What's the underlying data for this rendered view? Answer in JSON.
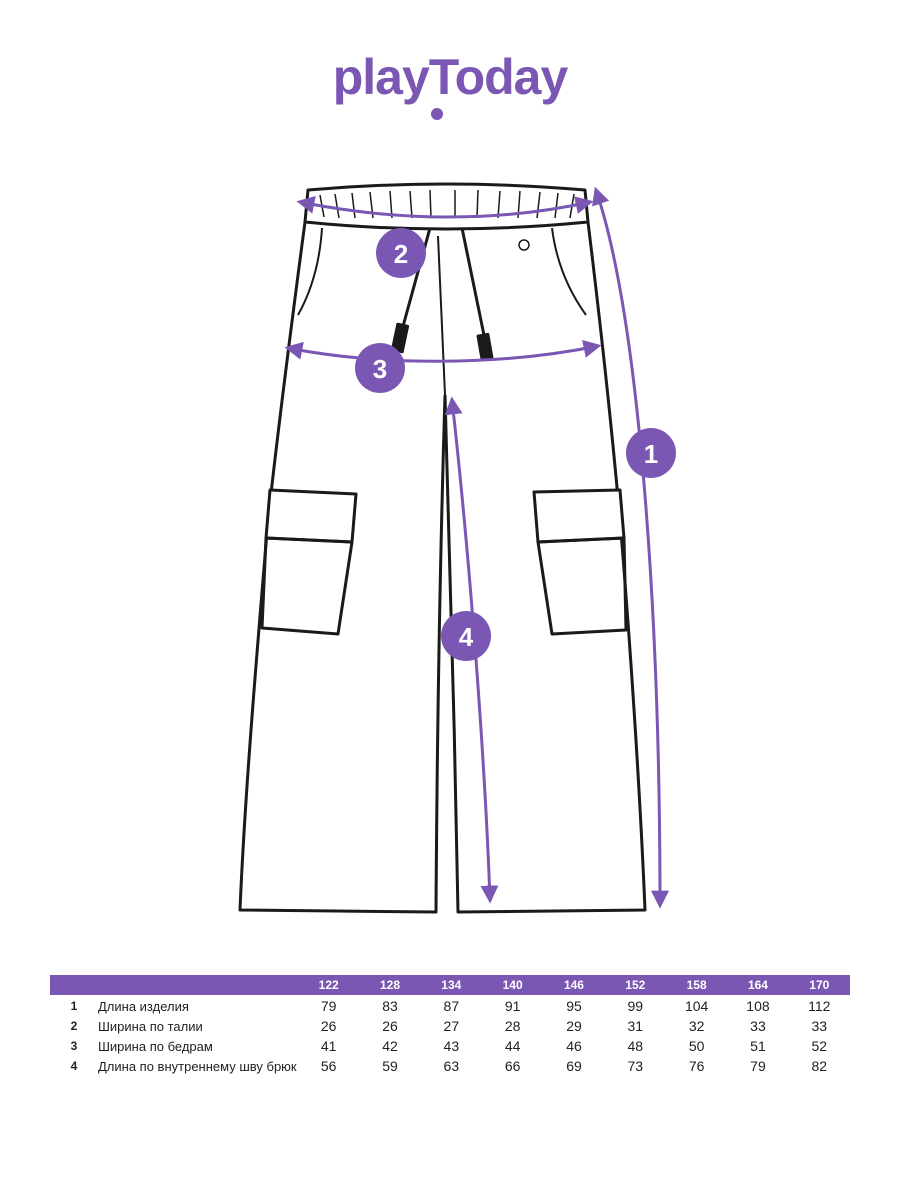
{
  "brand": {
    "name": "playToday",
    "color": "#7b57b4"
  },
  "diagram": {
    "markers": [
      "1",
      "2",
      "3",
      "4"
    ],
    "line_color": "#1a1a1a",
    "accent_color": "#7b57b4"
  },
  "table": {
    "sizes": [
      "122",
      "128",
      "134",
      "140",
      "146",
      "152",
      "158",
      "164",
      "170"
    ],
    "rows": [
      {
        "num": "1",
        "label": "Длина изделия",
        "values": [
          "79",
          "83",
          "87",
          "91",
          "95",
          "99",
          "104",
          "108",
          "112"
        ]
      },
      {
        "num": "2",
        "label": "Ширина по талии",
        "values": [
          "26",
          "26",
          "27",
          "28",
          "29",
          "31",
          "32",
          "33",
          "33"
        ]
      },
      {
        "num": "3",
        "label": "Ширина по бедрам",
        "values": [
          "41",
          "42",
          "43",
          "44",
          "46",
          "48",
          "50",
          "51",
          "52"
        ]
      },
      {
        "num": "4",
        "label": "Длина по внутреннему шву брюк",
        "values": [
          "56",
          "59",
          "63",
          "66",
          "69",
          "73",
          "76",
          "79",
          "82"
        ]
      }
    ]
  }
}
